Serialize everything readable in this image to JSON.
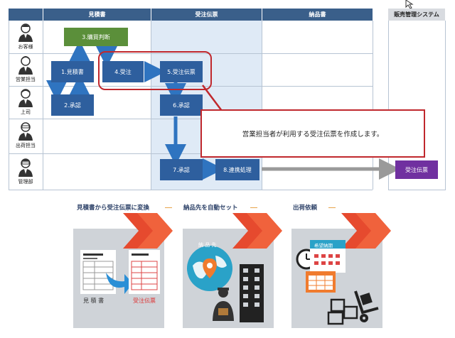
{
  "lanes": {
    "col1": "見積書",
    "col2": "受注伝票",
    "col3": "納品書",
    "system": "販売管理システム"
  },
  "actors": [
    "お客様",
    "営業担当",
    "上司",
    "出荷担当",
    "管理部"
  ],
  "steps": {
    "s1": "1.見積書",
    "s2": "2.承認",
    "s3": "3.購買判断",
    "s4": "4.受注",
    "s5": "5.受注伝票",
    "s6": "6.承認",
    "s7": "7.承認",
    "s8": "8.連携処理",
    "system_box": "受注伝票"
  },
  "callout": "営業担当者が利用する受注伝票を作成します。",
  "features": [
    {
      "title": "見積書から受注伝票に変換",
      "doc_left": "見 積 書",
      "doc_right": "受注伝票"
    },
    {
      "title": "納品先を自動セット",
      "pin_label": "納 品 先"
    },
    {
      "title": "出荷依頼",
      "calendar_label": "希望納期"
    }
  ],
  "colors": {
    "header": "#3a5f8a",
    "step_blue": "#2e5f9e",
    "step_green": "#5b8f3a",
    "system_purple": "#7030a0",
    "highlight_red": "#c0282d",
    "arrow_blue": "#2f74c0"
  }
}
